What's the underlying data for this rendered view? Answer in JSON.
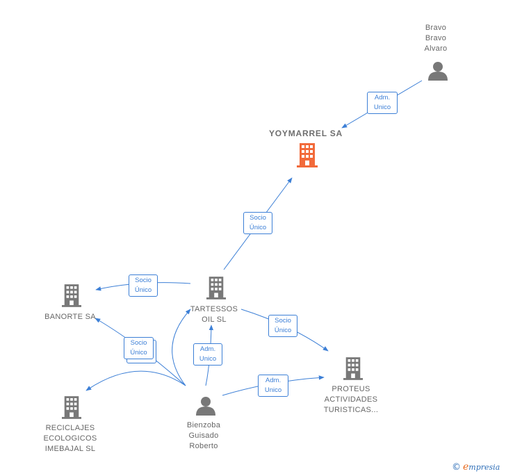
{
  "colors": {
    "company": "#787878",
    "main_company": "#f26a3a",
    "person": "#787878",
    "edge": "#3c7fd6"
  },
  "icons": {
    "company": "building-icon",
    "person": "person-icon"
  },
  "nodes": {
    "main": {
      "name": "YOYMARREL SA"
    },
    "bravo": {
      "lines": [
        "Bravo",
        "Bravo",
        "Alvaro"
      ]
    },
    "tartessos": {
      "lines": [
        "TARTESSOS",
        "OIL  SL"
      ]
    },
    "banorte": {
      "lines": [
        "BANORTE SA"
      ]
    },
    "proteus": {
      "lines": [
        "PROTEUS",
        "ACTIVIDADES",
        "TURISTICAS..."
      ]
    },
    "reciclajes": {
      "lines": [
        "RECICLAJES",
        "ECOLOGICOS",
        "IMEBAJAL  SL"
      ]
    },
    "bienzoba": {
      "lines": [
        "Bienzoba",
        "Guisado",
        "Roberto"
      ]
    }
  },
  "edges": {
    "bravo_main": {
      "lines": [
        "Adm.",
        "Unico"
      ]
    },
    "tartessos_main": {
      "lines": [
        "Socio",
        "Único"
      ]
    },
    "tartessos_banorte": {
      "lines": [
        "Socio",
        "Único"
      ]
    },
    "tartessos_proteus": {
      "lines": [
        "Socio",
        "Único"
      ]
    },
    "bienzoba_group": {
      "lines": [
        "Socio",
        "Único"
      ]
    },
    "bienzoba_tartessos": {
      "lines": [
        "Adm.",
        "Unico"
      ]
    },
    "bienzoba_proteus": {
      "lines": [
        "Adm.",
        "Unico"
      ]
    }
  },
  "footer": {
    "copyright_symbol": "©",
    "brand_first": "e",
    "brand_rest": "mpresia"
  }
}
